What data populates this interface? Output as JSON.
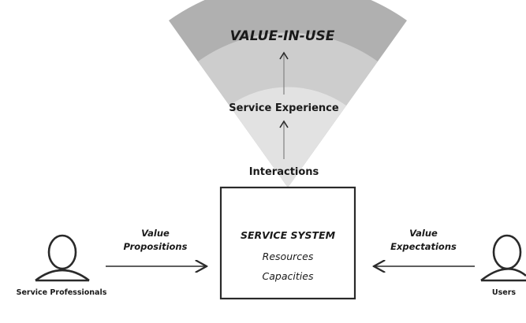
{
  "diagram": {
    "outer_band_label": "VALUE-IN-USE",
    "middle_band_label": "Service Experience",
    "inner_band_label": "Interactions",
    "center_box": {
      "title": "SERVICE SYSTEM",
      "line1": "Resources",
      "line2": "Capacities"
    },
    "left_actor": {
      "name": "Service Professionals",
      "arrow_label_line1": "Value",
      "arrow_label_line2": "Propositions"
    },
    "right_actor": {
      "name": "Users",
      "arrow_label_line1": "Value",
      "arrow_label_line2": "Expectations"
    },
    "colors": {
      "outer_band": "#b0b0b0",
      "middle_band": "#cdcdcd",
      "inner_band": "#e2e2e2",
      "stroke": "#2a2a2a"
    }
  }
}
